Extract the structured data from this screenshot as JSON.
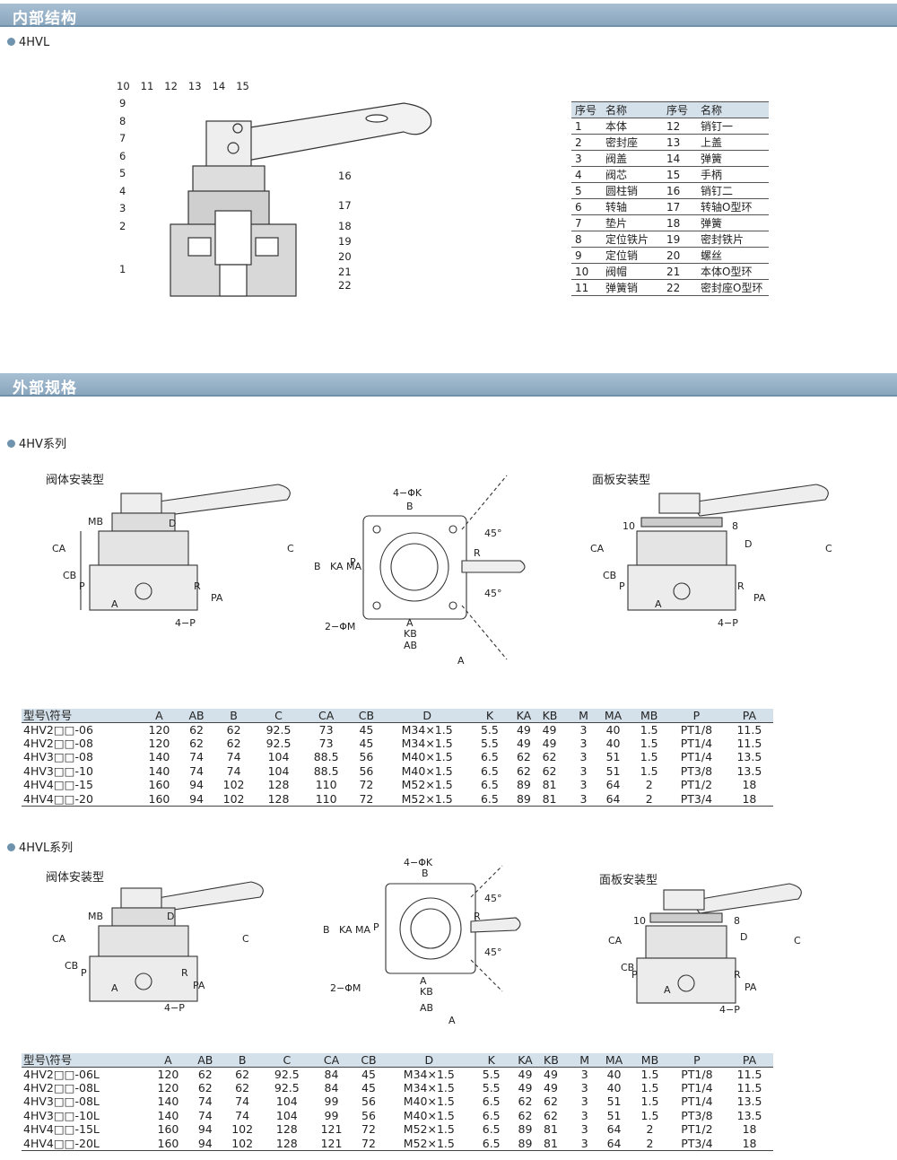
{
  "section1": {
    "title": "内部结构",
    "subtitle": "4HVL"
  },
  "section2": {
    "title": "外部规格",
    "sub1": "4HV系列",
    "sub2": "4HVL系列"
  },
  "views": {
    "body_mount": "阀体安装型",
    "panel_mount": "面板安装型"
  },
  "callouts_top": [
    "10",
    "11",
    "12",
    "13",
    "14",
    "15"
  ],
  "callouts_left": [
    "9",
    "8",
    "7",
    "6",
    "5",
    "4",
    "3",
    "2",
    "1"
  ],
  "callouts_right": [
    "16",
    "17",
    "18",
    "19",
    "20",
    "21",
    "22"
  ],
  "dims": {
    "A": "A",
    "AB": "AB",
    "B": "B",
    "C": "C",
    "CA": "CA",
    "CB": "CB",
    "D": "D",
    "KA": "KA",
    "KB": "KB",
    "MA": "MA",
    "MB": "MB",
    "P": "P",
    "R": "R",
    "PA": "PA",
    "K": "4−ΦK",
    "M": "2−ΦM",
    "port": "4−P",
    "deg": "45°",
    "ten": "10",
    "eight": "8",
    "A_sym": "A",
    "B_sym": "B",
    "K_sym": "K",
    "port_box": "A"
  },
  "parts_table": {
    "headers": [
      "序号",
      "名称",
      "序号",
      "名称"
    ],
    "rows": [
      [
        "1",
        "本体",
        "12",
        "销钉一"
      ],
      [
        "2",
        "密封座",
        "13",
        "上盖"
      ],
      [
        "3",
        "阀盖",
        "14",
        "弹簧"
      ],
      [
        "4",
        "阀芯",
        "15",
        "手柄"
      ],
      [
        "5",
        "圆柱销",
        "16",
        "销钉二"
      ],
      [
        "6",
        "转轴",
        "17",
        "转轴O型环"
      ],
      [
        "7",
        "垫片",
        "18",
        "弹簧"
      ],
      [
        "8",
        "定位铁片",
        "19",
        "密封铁片"
      ],
      [
        "9",
        "定位销",
        "20",
        "螺丝"
      ],
      [
        "10",
        "阀帽",
        "21",
        "本体O型环"
      ],
      [
        "11",
        "弹簧销",
        "22",
        "密封座O型环"
      ]
    ]
  },
  "spec_headers": [
    "型号\\符号",
    "A",
    "AB",
    "B",
    "C",
    "CA",
    "CB",
    "D",
    "K",
    "KA",
    "KB",
    "M",
    "MA",
    "MB",
    "P",
    "PA"
  ],
  "spec_4hv": [
    [
      "4HV2□□-06",
      "120",
      "62",
      "62",
      "92.5",
      "73",
      "45",
      "M34×1.5",
      "5.5",
      "49",
      "49",
      "3",
      "40",
      "1.5",
      "PT1/8",
      "11.5"
    ],
    [
      "4HV2□□-08",
      "120",
      "62",
      "62",
      "92.5",
      "73",
      "45",
      "M34×1.5",
      "5.5",
      "49",
      "49",
      "3",
      "40",
      "1.5",
      "PT1/4",
      "11.5"
    ],
    [
      "4HV3□□-08",
      "140",
      "74",
      "74",
      "104",
      "88.5",
      "56",
      "M40×1.5",
      "6.5",
      "62",
      "62",
      "3",
      "51",
      "1.5",
      "PT1/4",
      "13.5"
    ],
    [
      "4HV3□□-10",
      "140",
      "74",
      "74",
      "104",
      "88.5",
      "56",
      "M40×1.5",
      "6.5",
      "62",
      "62",
      "3",
      "51",
      "1.5",
      "PT3/8",
      "13.5"
    ],
    [
      "4HV4□□-15",
      "160",
      "94",
      "102",
      "128",
      "110",
      "72",
      "M52×1.5",
      "6.5",
      "89",
      "81",
      "3",
      "64",
      "2",
      "PT1/2",
      "18"
    ],
    [
      "4HV4□□-20",
      "160",
      "94",
      "102",
      "128",
      "110",
      "72",
      "M52×1.5",
      "6.5",
      "89",
      "81",
      "3",
      "64",
      "2",
      "PT3/4",
      "18"
    ]
  ],
  "spec_4hvl": [
    [
      "4HV2□□-06L",
      "120",
      "62",
      "62",
      "92.5",
      "84",
      "45",
      "M34×1.5",
      "5.5",
      "49",
      "49",
      "3",
      "40",
      "1.5",
      "PT1/8",
      "11.5"
    ],
    [
      "4HV2□□-08L",
      "120",
      "62",
      "62",
      "92.5",
      "84",
      "45",
      "M34×1.5",
      "5.5",
      "49",
      "49",
      "3",
      "40",
      "1.5",
      "PT1/4",
      "11.5"
    ],
    [
      "4HV3□□-08L",
      "140",
      "74",
      "74",
      "104",
      "99",
      "56",
      "M40×1.5",
      "6.5",
      "62",
      "62",
      "3",
      "51",
      "1.5",
      "PT1/4",
      "13.5"
    ],
    [
      "4HV3□□-10L",
      "140",
      "74",
      "74",
      "104",
      "99",
      "56",
      "M40×1.5",
      "6.5",
      "62",
      "62",
      "3",
      "51",
      "1.5",
      "PT3/8",
      "13.5"
    ],
    [
      "4HV4□□-15L",
      "160",
      "94",
      "102",
      "128",
      "121",
      "72",
      "M52×1.5",
      "6.5",
      "89",
      "81",
      "3",
      "64",
      "2",
      "PT1/2",
      "18"
    ],
    [
      "4HV4□□-20L",
      "160",
      "94",
      "102",
      "128",
      "121",
      "72",
      "M52×1.5",
      "6.5",
      "89",
      "81",
      "3",
      "64",
      "2",
      "PT3/4",
      "18"
    ]
  ]
}
